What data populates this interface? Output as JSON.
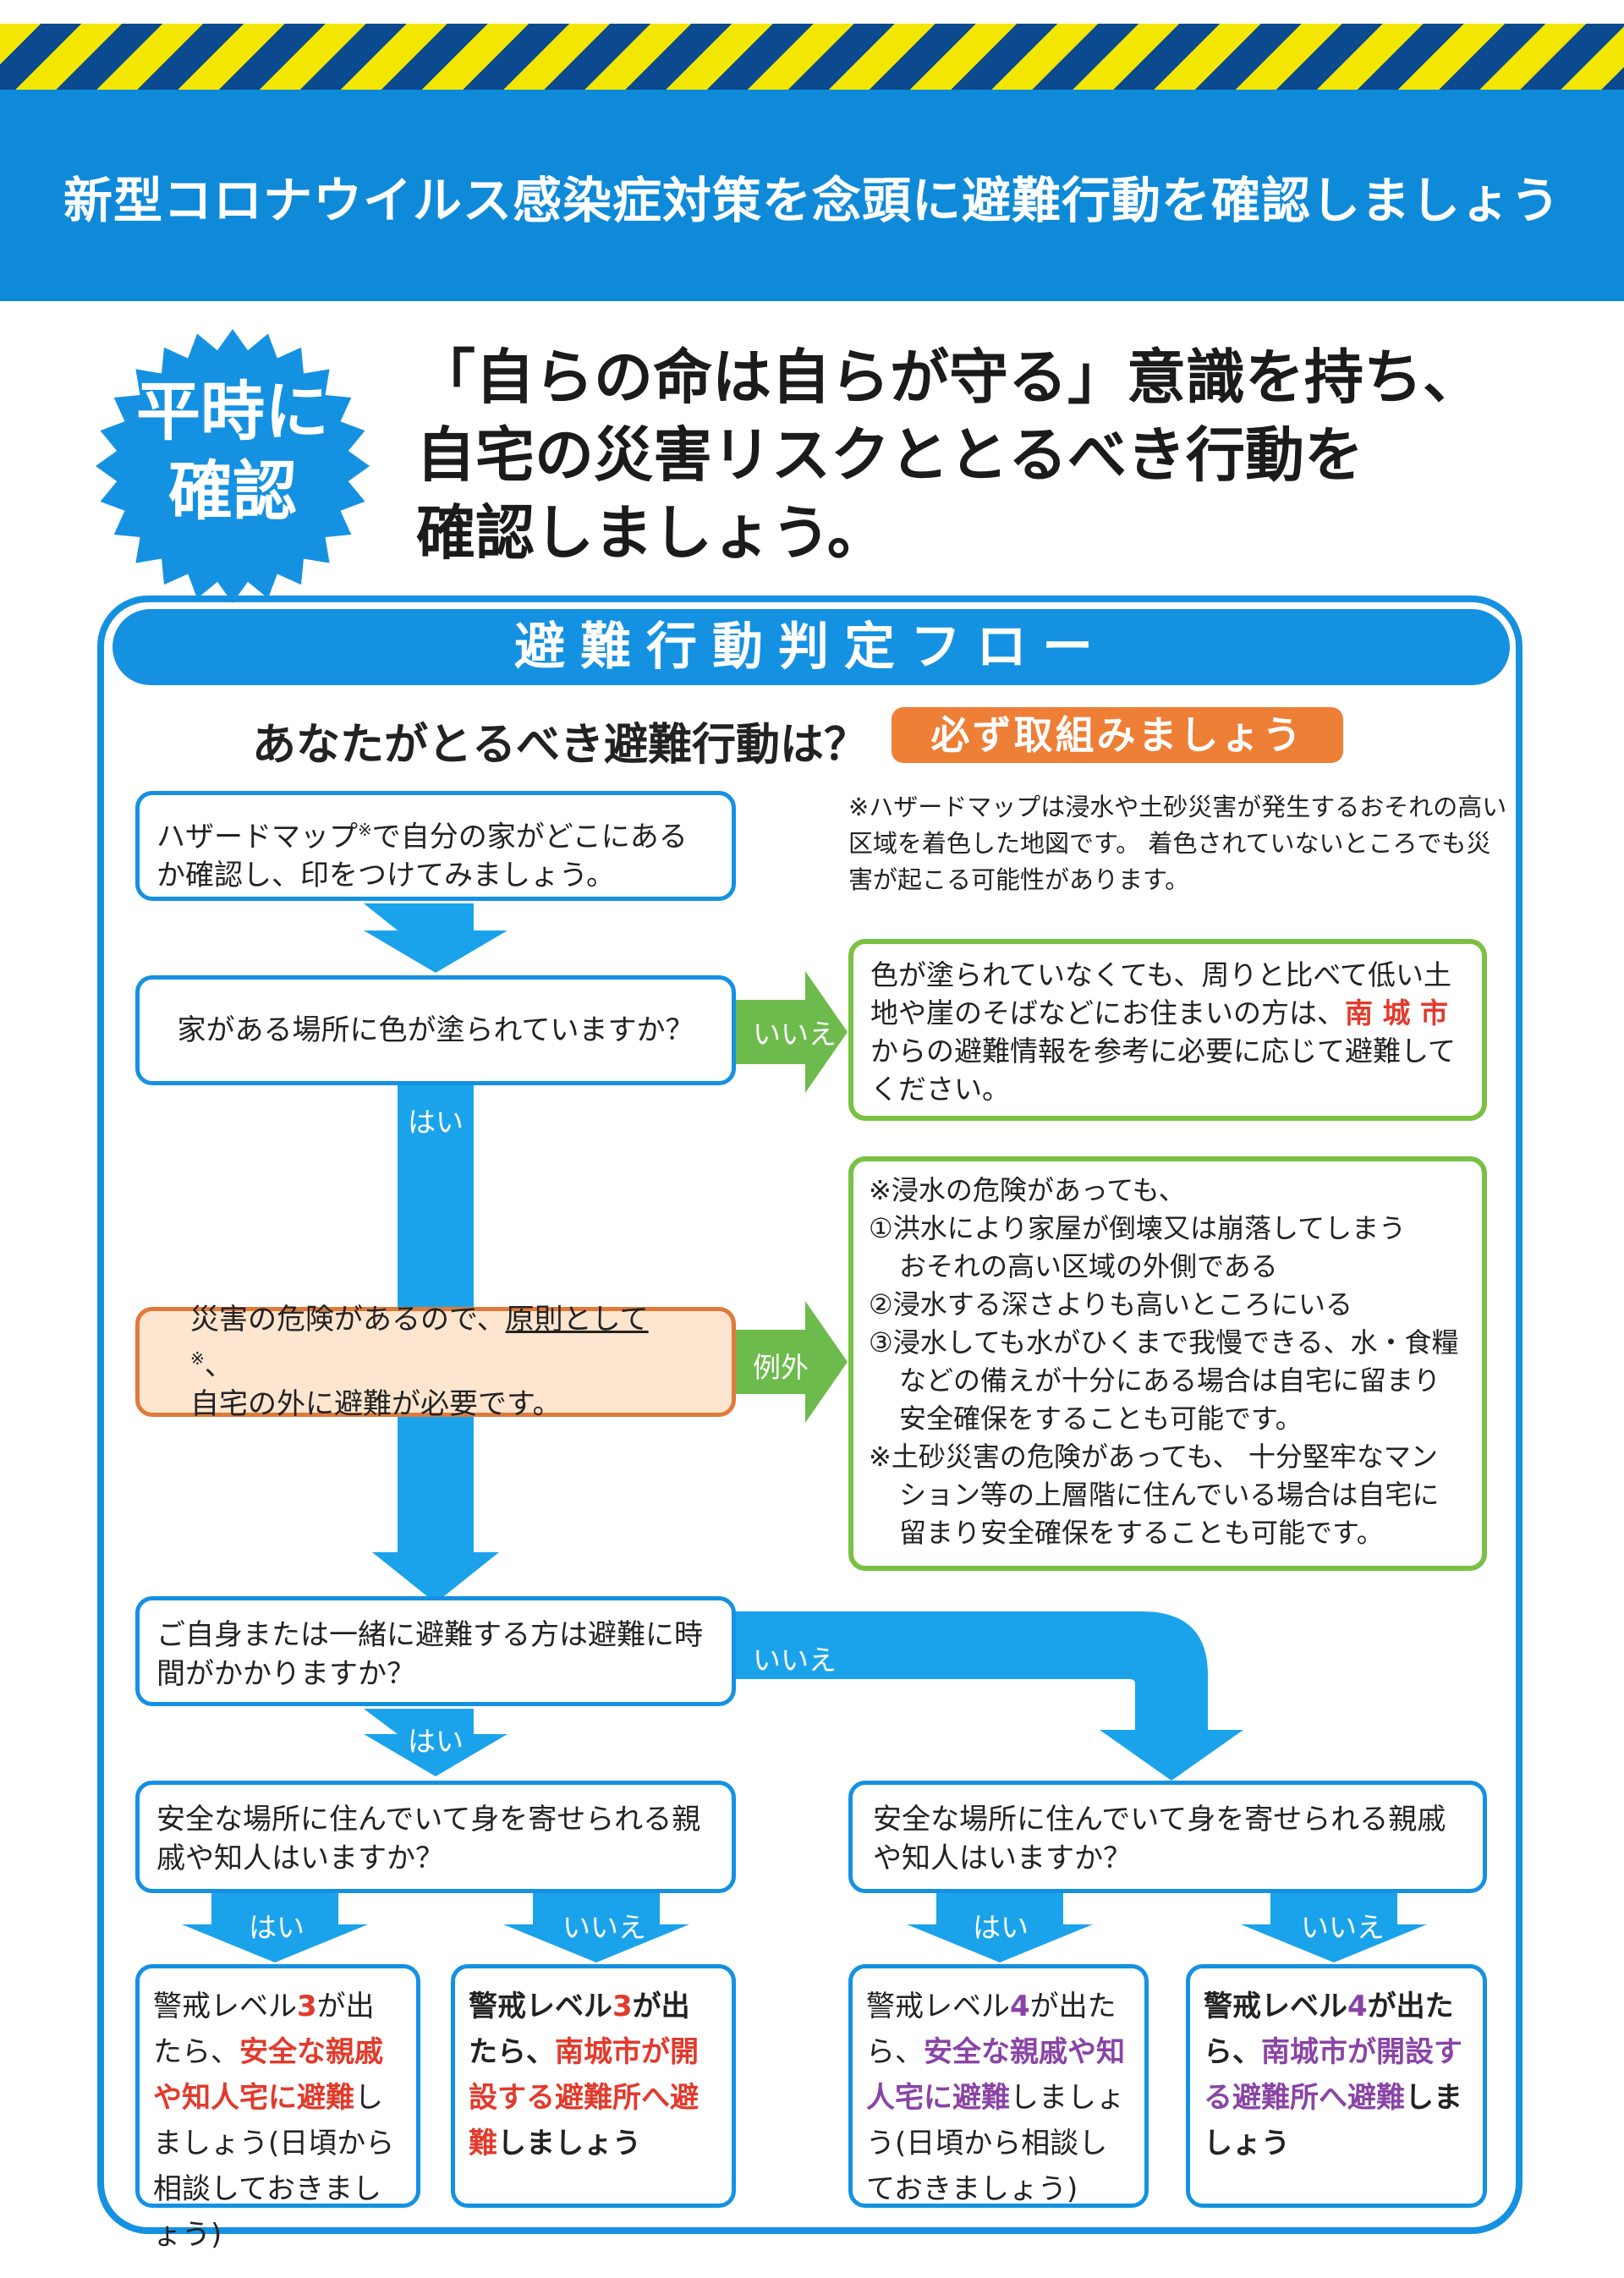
{
  "banner": {
    "title": "新型コロナウイルス感染症対策を念頭に避難行動を確認しましょう"
  },
  "badge": {
    "line1": "平時に",
    "line2": "確認"
  },
  "lead": {
    "line1": "「自らの命は自らが守る」意識を持ち、",
    "line2": "自宅の災害リスクととるべき行動を",
    "line3": "確認しましょう。"
  },
  "flow": {
    "title": "避難行動判定フロー",
    "question": "あなたがとるべき避難行動は？",
    "must_label": "必ず取組みましょう",
    "note": "※ハザードマップは浸水や土砂災害が発生するおそれの高い区域を着色した地図です。 着色されていないところでも災害が起こる可能性があります。",
    "step1": {
      "pre": "ハザードマップ",
      "sup": "※",
      "post": "で自分の家がどこにあるか確認し、印をつけてみましょう。"
    },
    "step2": "家がある場所に色が塗られていますか？",
    "no_label": "いいえ",
    "yes_label": "はい",
    "exception_label": "例外",
    "no_color_box": {
      "pre": "色が塗られていなくても、周りと比べて低い土地や崖のそばなどにお住まいの方は、",
      "city": "南 城 市",
      "post": "からの避難情報を参考に必要に応じて避難してください。"
    },
    "danger_box": {
      "pre": "災害の危険があるので、",
      "underline": "原則として",
      "sup": "※",
      "post": "、",
      "line2": "自宅の外に避難が必要です。"
    },
    "exceptions": {
      "l1": "※浸水の危険があっても、",
      "l2": "①洪水により家屋が倒壊又は崩落してしまう",
      "l3": "おそれの高い区域の外側である",
      "l4": "②浸水する深さよりも高いところにいる",
      "l5": "③浸水しても水がひくまで我慢できる、水・食糧",
      "l6": "などの備えが十分にある場合は自宅に留まり",
      "l7": "安全確保をすることも可能です。",
      "l8": "※土砂災害の危険があっても、 十分堅牢なマン",
      "l9": "ション等の上層階に住んでいる場合は自宅に",
      "l10": "留まり安全確保をすることも可能です。"
    },
    "time_q": "ご自身または一緒に避難する方は避難に時間がかかりますか？",
    "relatives_q": "安全な場所に住んでいて身を寄せられる親戚や知人はいますか？",
    "lv3_relatives": {
      "a": "警戒レベル",
      "n": "3",
      "b": "が出たら、",
      "c": "安全な親戚や知人宅に避難",
      "d": "しましょう(日頃から相談しておきましょう)"
    },
    "lv3_shelter": {
      "a": "警戒レベル",
      "n": "3",
      "b": "が出たら、",
      "c": "南城市が開設する避難所へ避難",
      "d": "しましょう"
    },
    "lv4_relatives": {
      "a": "警戒レベル",
      "n": "4",
      "b": "が出たら、",
      "c": "安全な親戚や知人宅に避難",
      "d": "しましょう(日頃から相談しておきましょう)"
    },
    "lv4_shelter": {
      "a": "警戒レベル",
      "n": "4",
      "b": "が出たら、",
      "c": "南城市が開設する避難所へ避難",
      "d": "しましょう"
    }
  },
  "colors": {
    "banner": "#0f8ad9",
    "hazard_yellow": "#f3e600",
    "hazard_navy": "#0b4a8f",
    "flow_blue": "#1591e2",
    "arrow_blue": "#1aa3ea",
    "green": "#7ac143",
    "orange": "#ee7f36",
    "red_text": "#e23a2c",
    "purple_text": "#8a44a6"
  }
}
